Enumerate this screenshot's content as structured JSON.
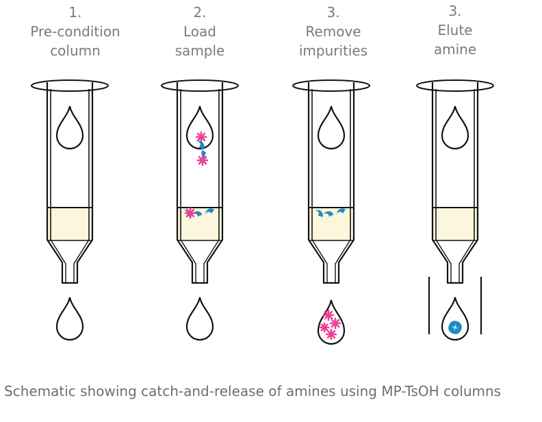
{
  "steps": [
    {
      "number": "1.",
      "line1": "Pre-condition",
      "line2": "column",
      "column_contents": "none",
      "output_contents": "none",
      "funnel_walls": false
    },
    {
      "number": "2.",
      "line1": "Load",
      "line2": "sample",
      "column_contents": "amine-and-impurity",
      "output_contents": "none",
      "funnel_walls": false
    },
    {
      "number": "3.",
      "line1": "Remove",
      "line2": "impurities",
      "column_contents": "none",
      "output_contents": "impurity",
      "funnel_walls": false
    },
    {
      "number": "3.",
      "line1": "Elute",
      "line2": "amine",
      "column_contents": "none",
      "output_contents": "amine",
      "funnel_walls": true
    }
  ],
  "caption": "Schematic showing catch-and-release of amines using MP-TsOH columns",
  "colors": {
    "outline": "#111111",
    "label_text": "#7a7a7a",
    "resin_bed": "#fbf6dc",
    "amine": "#1d8ac6",
    "impurity": "#ee3f97"
  }
}
